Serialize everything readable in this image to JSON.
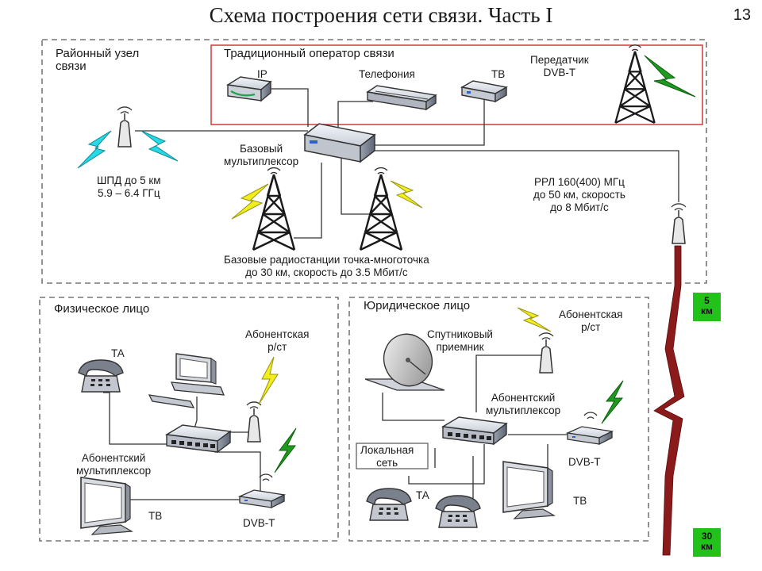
{
  "title": "Схема построения сети связи. Часть I",
  "page_number": "13",
  "zones": {
    "district": "Районный узел\nсвязи",
    "operator": "Традиционный оператор связи",
    "physical": "Физическое лицо",
    "legal": "Юридическое лицо"
  },
  "labels": {
    "ip": "IP",
    "telephony": "Телефония",
    "tv_top": "ТВ",
    "transmitter": "Передатчик\nDVB-T",
    "base_mux": "Базовый\nмультиплексор",
    "bba": "ШПД до 5 км\n5.9 – 6.4 ГГц",
    "rrl": "РРЛ 160(400) МГц\nдо 50 км, скорость\nдо 8 Мбит/с",
    "base_stations": "Базовые радиостанции точка-многоточка\nдо 30 км, скорость до 3.5 Мбит/с",
    "ta_phys": "ТА",
    "sub_station_phys": "Абонентская\nр/ст",
    "sub_mux_phys": "Абонентский\nмультиплексор",
    "tv_phys": "ТВ",
    "dvbt_phys": "DVB-T",
    "sub_station_legal": "Абонентская\nр/ст",
    "satellite": "Спутниковый\nприемник",
    "sub_mux_legal": "Абонентский\nмультиплексор",
    "lan": "Локальная\nсеть",
    "ta_legal": "ТА",
    "dvbt_legal": "DVB-T",
    "tv_legal": "ТВ"
  },
  "badges": {
    "near": "5\nкм",
    "far": "30\nкм"
  },
  "colors": {
    "zone_border": "#777777",
    "operator_border": "#cc2b2b",
    "badge": "#22c21a",
    "bolt_yellow": "#f2ee1d",
    "bolt_cyan": "#27d8e6",
    "bolt_green": "#1e9a1e",
    "radio_link": "#8b1a1a"
  },
  "icons": [
    "router-icon",
    "switch-icon",
    "settop-box-icon",
    "tower-icon",
    "antenna-icon",
    "lightning-icon",
    "phone-icon",
    "computer-icon",
    "monitor-icon",
    "satellite-dish-icon",
    "multiplexer-icon"
  ]
}
